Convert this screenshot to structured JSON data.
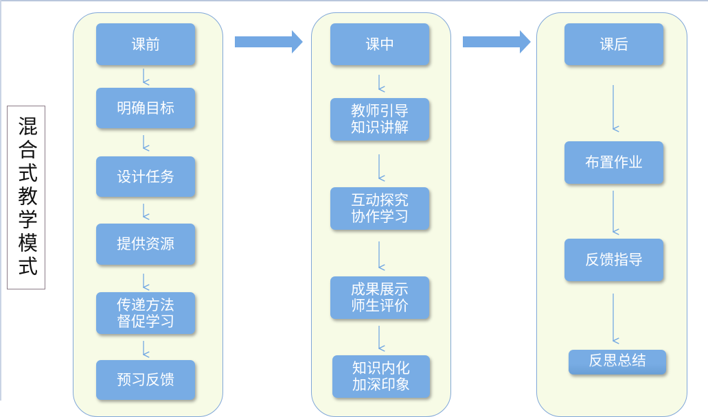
{
  "diagram_title": "混合式教学模式",
  "stages": [
    {
      "label": "课前",
      "steps": [
        {
          "lines": [
            "明确目标"
          ]
        },
        {
          "lines": [
            "设计任务"
          ]
        },
        {
          "lines": [
            "提供资源"
          ]
        },
        {
          "lines": [
            "传递方法",
            "督促学习"
          ]
        },
        {
          "lines": [
            "预习反馈"
          ]
        }
      ]
    },
    {
      "label": "课中",
      "steps": [
        {
          "lines": [
            "教师引导",
            "知识讲解"
          ]
        },
        {
          "lines": [
            "互动探究",
            "协作学习"
          ]
        },
        {
          "lines": [
            "成果展示",
            "师生评价"
          ]
        },
        {
          "lines": [
            "知识内化",
            "加深印象"
          ]
        }
      ]
    },
    {
      "label": "课后",
      "steps": [
        {
          "lines": [
            "布置作业"
          ]
        },
        {
          "lines": [
            "反馈指导"
          ]
        },
        {
          "lines": [
            "反思总结"
          ]
        }
      ]
    }
  ],
  "colors": {
    "node_fill": "#78ace4",
    "stage_fill": "#f7fbe6",
    "stage_border": "#7fa6d8",
    "arrow": "#73a8e3"
  }
}
